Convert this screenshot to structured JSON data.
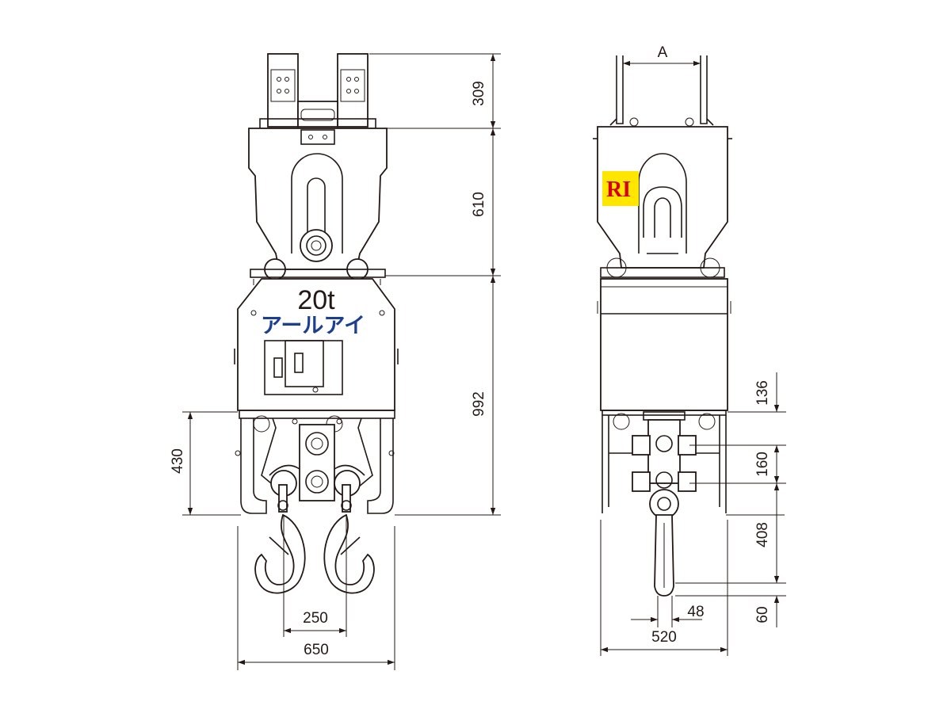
{
  "product": {
    "capacity": "20t",
    "brand_name": "アールアイ",
    "logo_letters": "RI"
  },
  "colors": {
    "line": "#231815",
    "brand_blue": "#1d3f8f",
    "logo_red": "#d7000f",
    "logo_bg": "#ffe600"
  },
  "dimensions": {
    "front": {
      "top_bracket": "309",
      "upper_body": "610",
      "main_body": "992",
      "lower_frame": "430",
      "hook_spacing": "250",
      "overall_width": "650"
    },
    "side": {
      "bracket_width": "A",
      "frame_bottom": "136",
      "shackle_pitch": "160",
      "hook_drop": "408",
      "hook_tip": "60",
      "hook_width": "48",
      "overall_width": "520"
    }
  }
}
